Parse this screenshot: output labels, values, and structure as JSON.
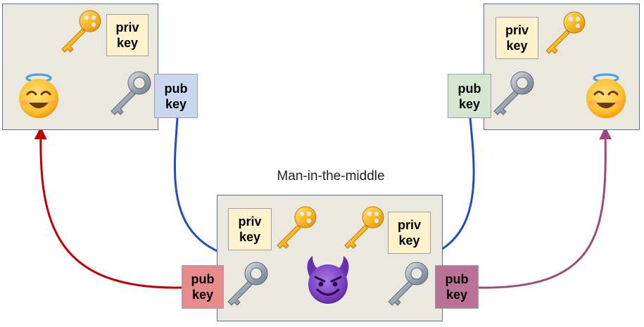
{
  "title": "Man-in-the-middle",
  "labels": {
    "priv": [
      "priv",
      "key"
    ],
    "pub": [
      "pub",
      "key"
    ]
  },
  "icons": {
    "gold_key": "golden-key-icon",
    "silver_key": "silver-key-icon",
    "angel": "angel-face-icon",
    "devil": "devil-face-icon"
  },
  "colors": {
    "box_fill": "#ebe8df",
    "box_border": "#56708f",
    "priv_fill": "#fff2cc",
    "pub_blue": "#c9d8ef",
    "pub_green": "#d5e6d0",
    "pub_red": "#e58b8b",
    "pub_purple": "#b97196",
    "arrow_blue": "#1f4fbf",
    "arrow_red": "#c00000",
    "arrow_purple": "#a04a78"
  }
}
